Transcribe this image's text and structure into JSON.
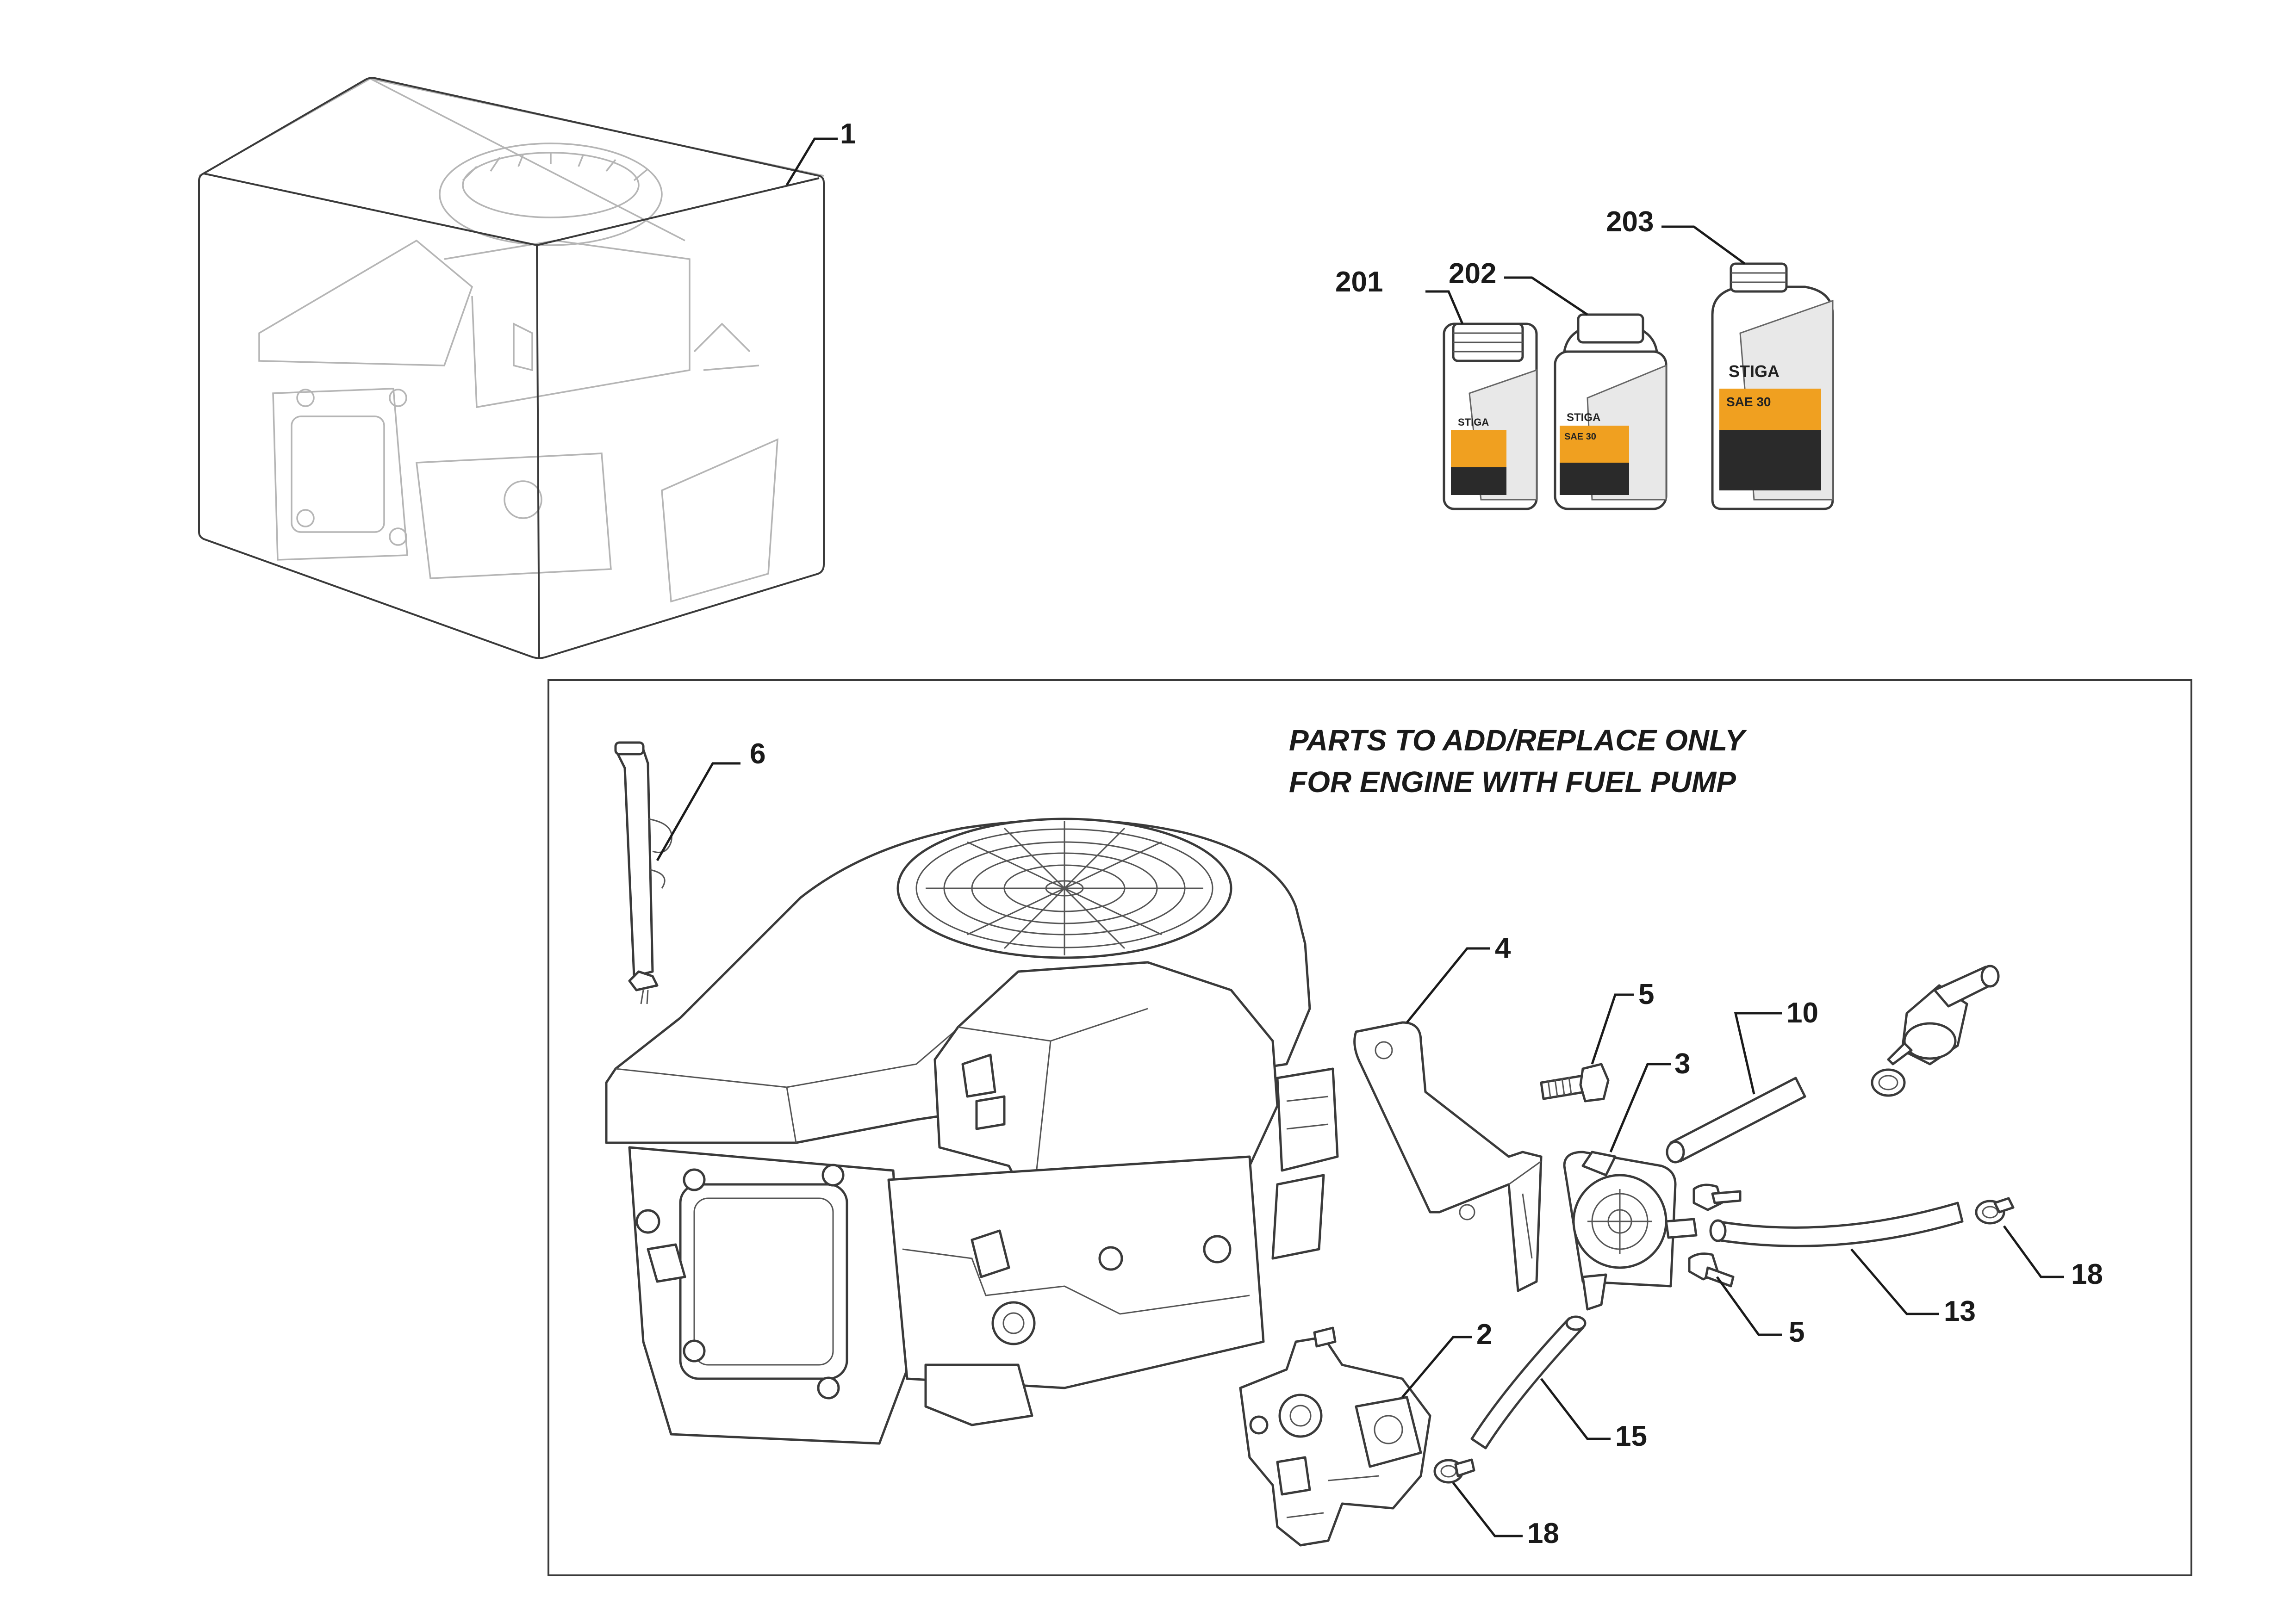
{
  "note": {
    "line1": "PARTS TO ADD/REPLACE ONLY",
    "line2": "FOR ENGINE WITH FUEL PUMP"
  },
  "callouts": {
    "engine_kit": "1",
    "carburettor": "2",
    "fuel_pump": "3",
    "bracket": "4",
    "screw_upper": "5",
    "screw_lower": "5",
    "dipstick_tube": "6",
    "hose_10": "10",
    "hose_13": "13",
    "hose_15": "15",
    "clamp_right": "18",
    "clamp_bottom": "18",
    "oil_small": "201",
    "oil_medium": "202",
    "oil_large": "203"
  },
  "bottles": {
    "brand": "STIGA",
    "grade": "SAE 30"
  }
}
